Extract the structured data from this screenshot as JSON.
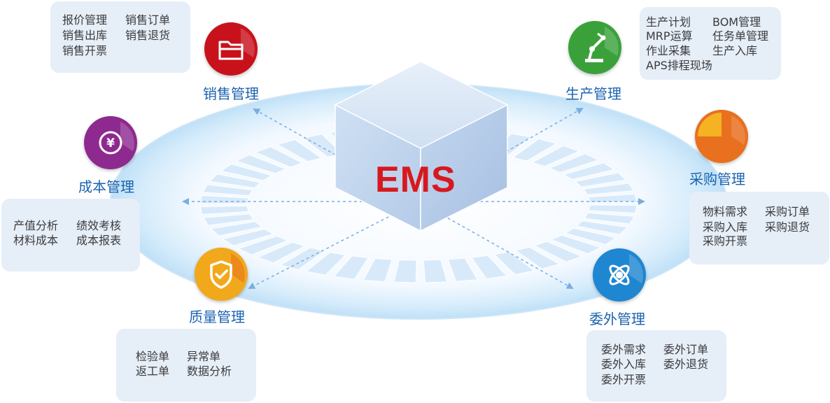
{
  "center": {
    "label": "EMS"
  },
  "modules": {
    "sales": {
      "title": "销售管理",
      "items": [
        "报价管理",
        "销售订单",
        "销售出库",
        "销售退货",
        "销售开票"
      ],
      "color": "#c8121b",
      "icon": "folder-icon"
    },
    "production": {
      "title": "生产管理",
      "items": [
        "生产计划",
        "BOM管理",
        "MRP运算",
        "任务单管理",
        "作业采集",
        "生产入库",
        "APS排程现场"
      ],
      "color": "#3aa13a",
      "icon": "robot-arm-icon"
    },
    "cost": {
      "title": "成本管理",
      "items": [
        "产值分析",
        "绩效考核",
        "材料成本",
        "成本报表"
      ],
      "color": "#8e2a8f",
      "icon": "yen-coin-icon"
    },
    "purchase": {
      "title": "采购管理",
      "items": [
        "物料需求",
        "采购订单",
        "采购入库",
        "采购退货",
        "采购开票"
      ],
      "color": "#e8701e",
      "icon": "purchase-icon"
    },
    "quality": {
      "title": "质量管理",
      "items": [
        "检验单",
        "异常单",
        "返工单",
        "数据分析"
      ],
      "color": "#f2a81b",
      "icon": "shield-check-icon"
    },
    "outsource": {
      "title": "委外管理",
      "items": [
        "委外需求",
        "委外订单",
        "委外入库",
        "委外退货",
        "委外开票"
      ],
      "color": "#1f86d1",
      "icon": "atom-icon"
    }
  }
}
